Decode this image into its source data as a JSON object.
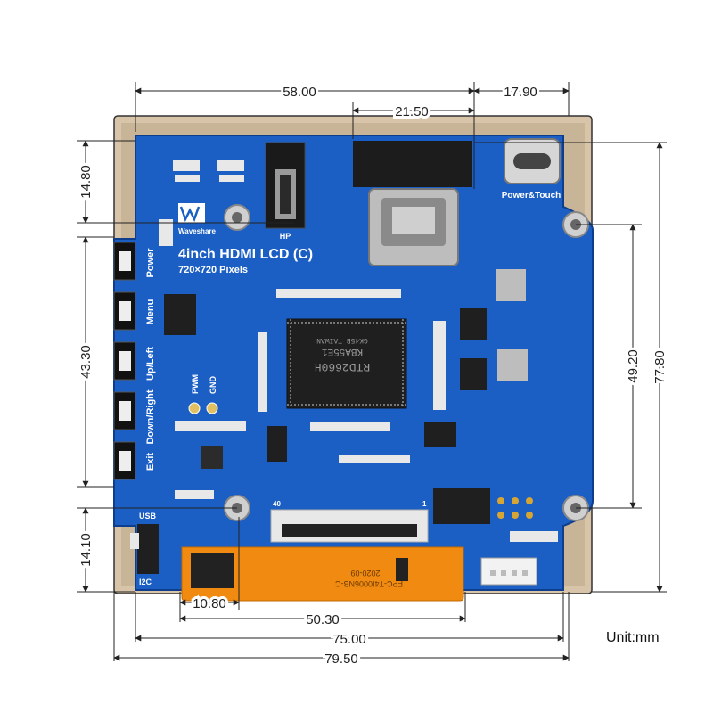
{
  "dimensions": {
    "top_width_58": "58.00",
    "top_hdmi_21": "21.50",
    "top_right_17": "17.90",
    "left_top_14_80": "14.80",
    "left_buttons_43": "43.30",
    "left_bottom_14_10": "14.10",
    "right_holes_49": "49.20",
    "right_total_77": "77.80",
    "bottom_10_80": "10.80",
    "bottom_50_30": "50.30",
    "bottom_75": "75.00",
    "bottom_79_50": "79.50",
    "unit": "Unit:mm"
  },
  "board": {
    "title": "4inch HDMI LCD (C)",
    "subtitle": "720×720 Pixels",
    "brand": "Waveshare",
    "hp_label": "HP",
    "power_touch_label": "Power&Touch",
    "usb_label": "USB",
    "i2c_label": "I2C",
    "pwm_label": "PWM",
    "gnd_label": "GND",
    "fpc_count_label": "40",
    "fpc_count_label_1": "1",
    "buttons": [
      "Power",
      "Menu",
      "Up/Left",
      "Down/Right",
      "Exit"
    ]
  },
  "chip": {
    "line1": "RTD2660H",
    "line2": "KBA55E1",
    "line3": "GK45B TAIWAN"
  },
  "fpc": {
    "part": "FPC-T4I0006NB-C",
    "date": "2020-09"
  },
  "colors": {
    "pcb": "#1b5fc4",
    "frame": "#d8c4a8",
    "fpc": "#f08a10",
    "silk": "#ffffff"
  }
}
